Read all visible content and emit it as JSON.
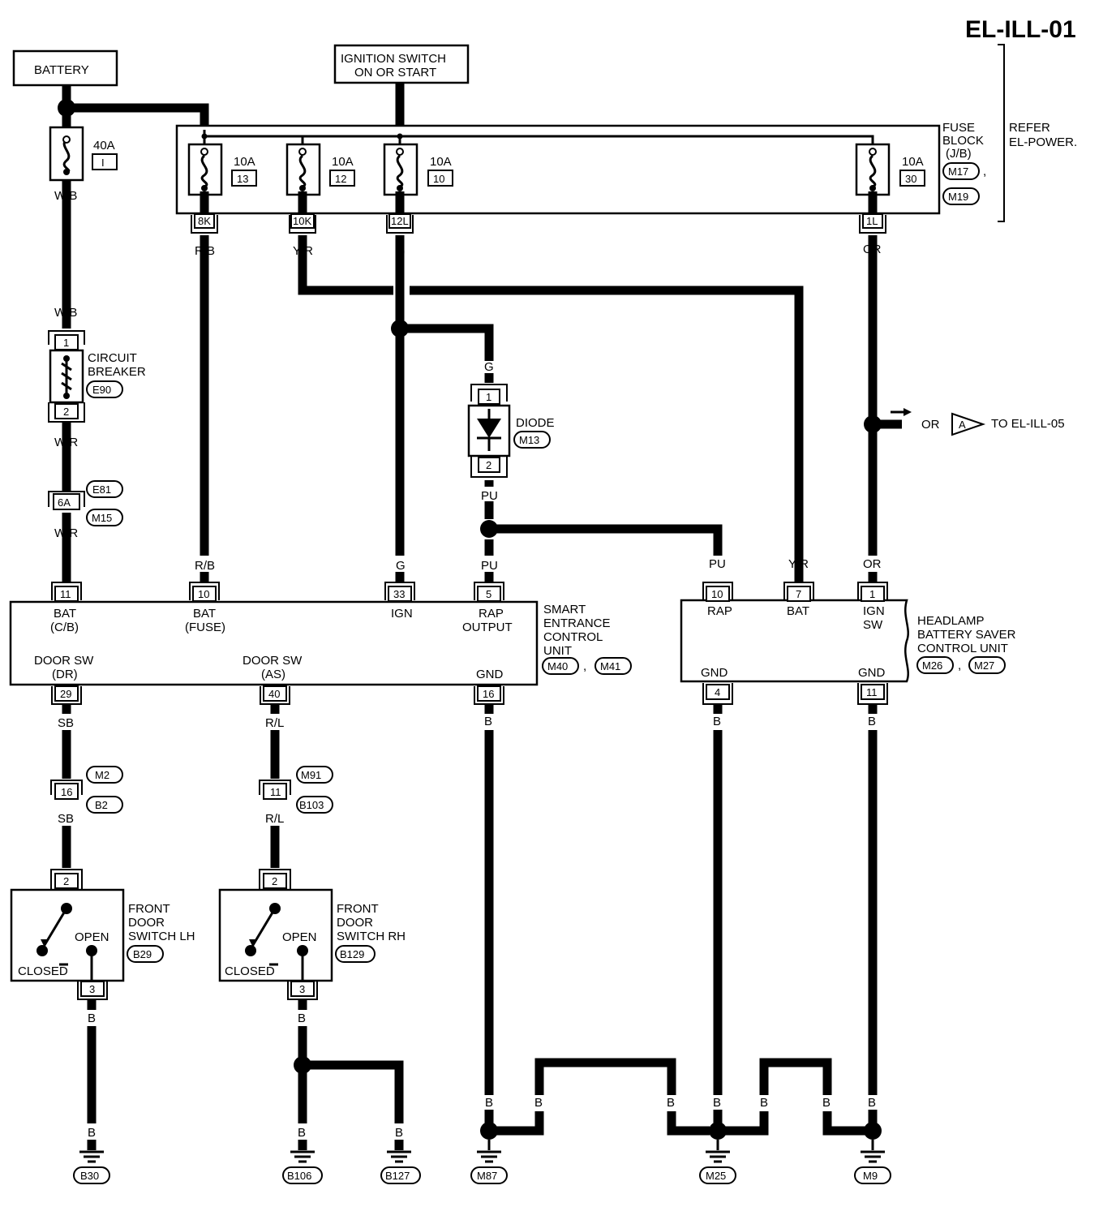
{
  "page": {
    "title": "EL-ILL-01"
  },
  "power": {
    "battery": "BATTERY",
    "ignition": "IGNITION SWITCH",
    "ignition2": "ON OR START"
  },
  "fuse_block": {
    "title1": "FUSE",
    "title2": "BLOCK",
    "title3": "(J/B)",
    "conn1": "M17",
    "sep": ",",
    "conn2": "M19",
    "refer1": "REFER",
    "refer2": "EL-POWER."
  },
  "fuses": [
    {
      "amps": "40A",
      "num": "I"
    },
    {
      "amps": "10A",
      "num": "13",
      "term": "8K"
    },
    {
      "amps": "10A",
      "num": "12",
      "term": "10K"
    },
    {
      "amps": "10A",
      "num": "10",
      "term": "12L"
    },
    {
      "amps": "10A",
      "num": "30",
      "term": "1L"
    }
  ],
  "circuit_breaker": {
    "label1": "CIRCUIT",
    "label2": "BREAKER",
    "conn": "E90",
    "pin1": "1",
    "pin2": "2"
  },
  "inline_6a": {
    "pin": "6A",
    "conn1": "E81",
    "conn2": "M15"
  },
  "diode": {
    "label": "DIODE",
    "conn": "M13",
    "pin1": "1",
    "pin2": "2"
  },
  "wires": {
    "wb": "W/B",
    "wr": "W/R",
    "rb": "R/B",
    "yr": "Y/R",
    "g": "G",
    "or": "OR",
    "pu": "PU",
    "sb": "SB",
    "rl": "R/L",
    "b": "B"
  },
  "connector_a": {
    "wire": "OR",
    "letter": "A",
    "to": "TO EL-ILL-05"
  },
  "smart_unit": {
    "name1": "SMART",
    "name2": "ENTRANCE",
    "name3": "CONTROL",
    "name4": "UNIT",
    "conn1": "M40",
    "sep": ",",
    "conn2": "M41",
    "pins": {
      "bat_cb": "11",
      "bat_fuse": "10",
      "ign": "33",
      "rap": "5",
      "dr": "29",
      "as": "40",
      "gnd": "16"
    },
    "labels": {
      "bat1": "BAT",
      "bat_cb": "(C/B)",
      "bat2": "BAT",
      "bat_fuse": "(FUSE)",
      "ign": "IGN",
      "rap1": "RAP",
      "rap2": "OUTPUT",
      "dsw1": "DOOR SW",
      "dr": "(DR)",
      "dsw2": "DOOR SW",
      "as": "(AS)",
      "gnd": "GND"
    }
  },
  "headlamp_unit": {
    "name1": "HEADLAMP",
    "name2": "BATTERY SAVER",
    "name3": "CONTROL UNIT",
    "conn1": "M26",
    "sep": ",",
    "conn2": "M27",
    "pins": {
      "rap": "10",
      "bat": "7",
      "ign": "1",
      "gnd1": "4",
      "gnd2": "11"
    },
    "labels": {
      "rap": "RAP",
      "bat": "BAT",
      "ign1": "IGN",
      "ign2": "SW",
      "gnd1": "GND",
      "gnd2": "GND"
    }
  },
  "inline_16": {
    "pin": "16",
    "conn1": "M2",
    "conn2": "B2"
  },
  "inline_11": {
    "pin": "11",
    "conn1": "M91",
    "conn2": "B103"
  },
  "switch_lh": {
    "l1": "FRONT",
    "l2": "DOOR",
    "l3": "SWITCH LH",
    "conn": "B29",
    "pin_top": "2",
    "pin_bot": "3",
    "open": "OPEN",
    "closed": "CLOSED"
  },
  "switch_rh": {
    "l1": "FRONT",
    "l2": "DOOR",
    "l3": "SWITCH RH",
    "conn": "B129",
    "pin_top": "2",
    "pin_bot": "3",
    "open": "OPEN",
    "closed": "CLOSED"
  },
  "grounds": [
    "B30",
    "B106",
    "B127",
    "M87",
    "M25",
    "M9"
  ]
}
